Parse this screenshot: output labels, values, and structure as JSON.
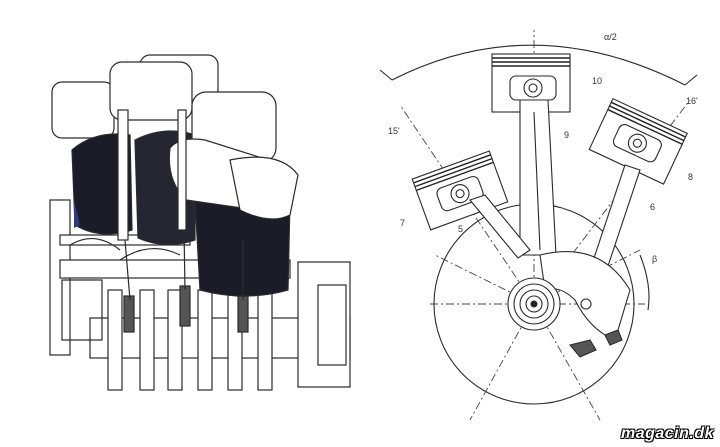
{
  "labels": {
    "angle_alpha": "α/2",
    "angle_beta": "β",
    "l15": "15'",
    "l16": "16'",
    "l10": "10",
    "l9": "9",
    "l8": "8",
    "l7": "7",
    "l6": "6",
    "l5": "5"
  },
  "watermark": "magacin.dk",
  "colors": {
    "ink": "#2a2a2a",
    "coil": "#1c1c28",
    "accent_blue": "#2a3a8a",
    "paper": "#ffffff"
  }
}
